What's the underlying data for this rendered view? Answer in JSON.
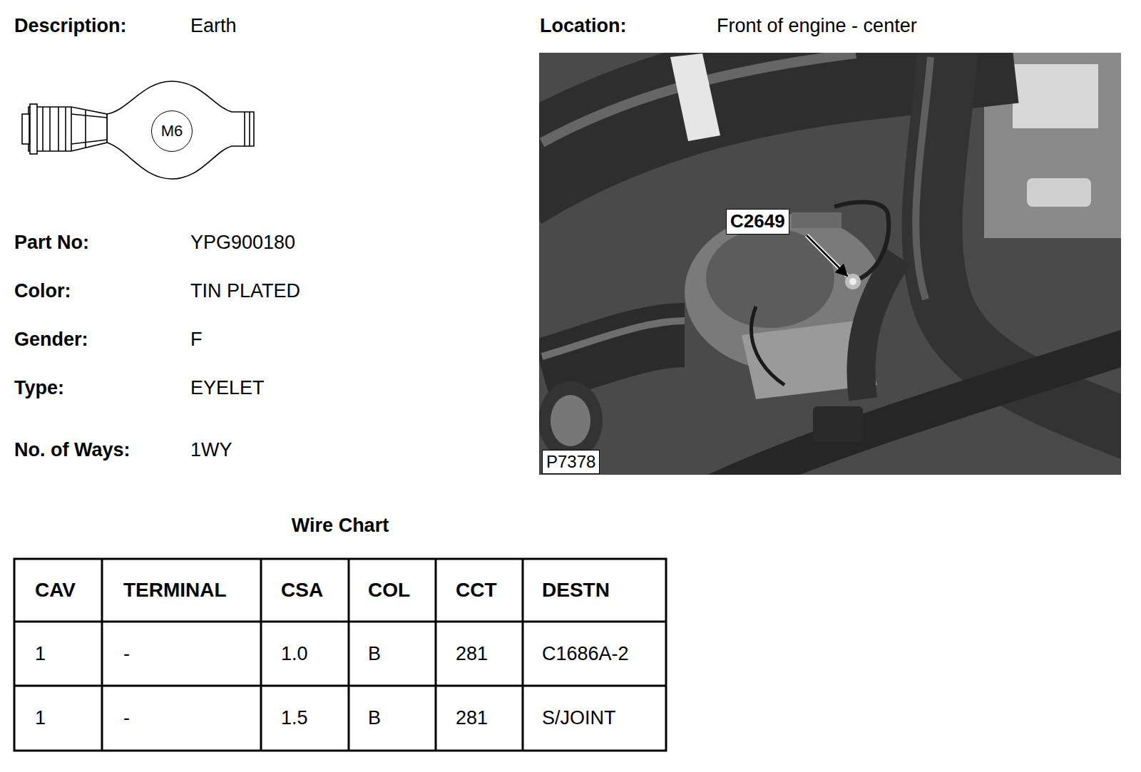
{
  "diagram": {
    "nodes": [
      {
        "text": [
          "M6"
        ]
      },
      {
        "text": [
          "C2649"
        ]
      },
      {
        "text": [
          "P7378"
        ]
      }
    ],
    "labels": [
      "Description:",
      "Earth",
      "Location:",
      "Front of engine - center",
      "Part No:",
      "YPG900180",
      "Color:",
      "TIN PLATED",
      "Gender:",
      "F",
      "Type:",
      "EYELET",
      "No. of Ways:",
      "1WY",
      "Wire Chart",
      "CAV",
      "TERMINAL",
      "CSA",
      "COL",
      "CCT",
      "DESTN",
      "1",
      "-",
      "1.0",
      "B",
      "281",
      "C1686A-2",
      "1",
      "-",
      "1.5",
      "B",
      "281",
      "S/JOINT"
    ]
  }
}
